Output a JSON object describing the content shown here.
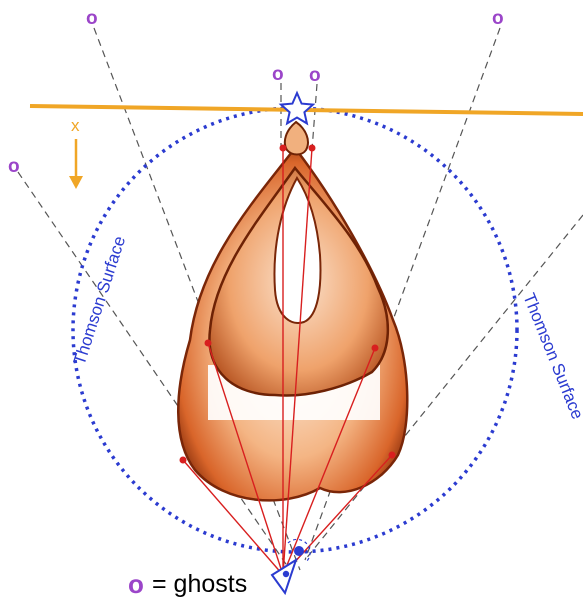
{
  "ghost_symbol": "o",
  "ghost_labels": [
    "o",
    "o",
    "o",
    "o",
    "o"
  ],
  "axis_label": "x",
  "surface_labels": [
    "Thomson Surface",
    "Thomson Surface"
  ],
  "legend": {
    "symbol": "o",
    "text": "= ghosts"
  },
  "icons": [
    "star-icon",
    "eye-icon",
    "arrow-down-icon"
  ],
  "colors": {
    "ghost": "#9b45c9",
    "axis": "#f0a626",
    "surface": "#2b3bd0",
    "rays": "#d81f1f",
    "sightlines": "#555555",
    "plasma_dark": "#7a2608",
    "plasma_mid": "#e0733a",
    "plasma_light": "#fbe6d4"
  }
}
